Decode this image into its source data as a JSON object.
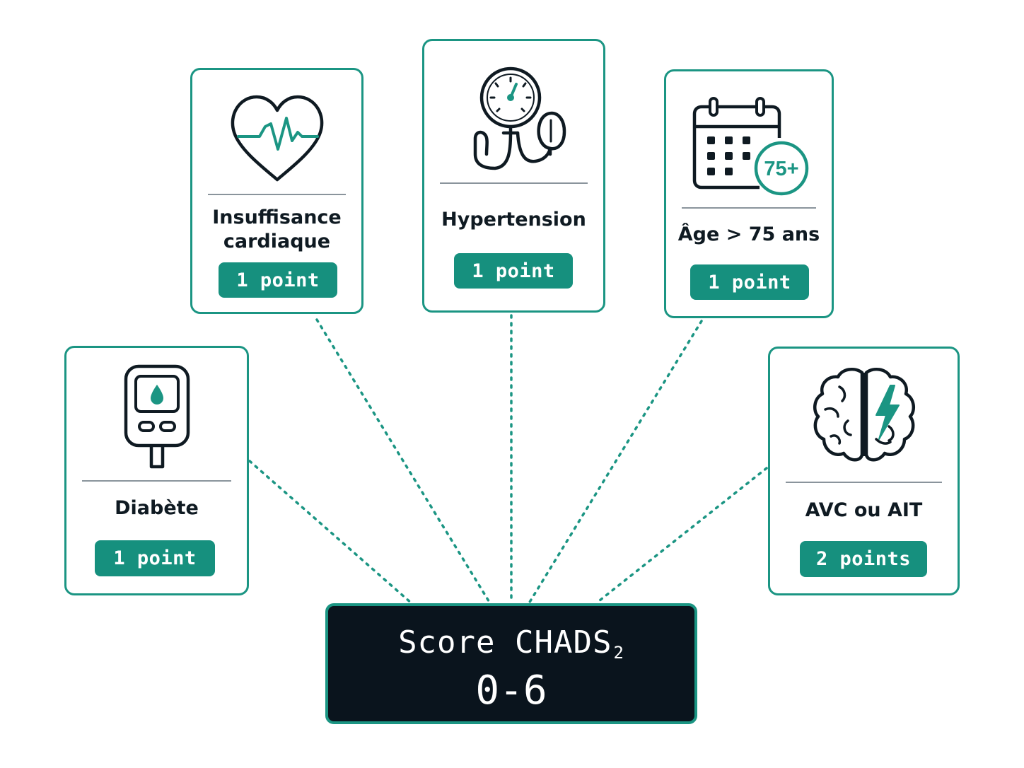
{
  "score": {
    "title_main": "Score CHADS",
    "title_sub": "2",
    "range": "0-6"
  },
  "criteria": {
    "heart_failure": {
      "label_line1": "Insuffisance",
      "label_line2": "cardiaque",
      "points": "1 point",
      "icon": "heart-ecg-icon"
    },
    "hypertension": {
      "label": "Hypertension",
      "points": "1 point",
      "icon": "blood-pressure-gauge-icon"
    },
    "age": {
      "label": "Âge > 75 ans",
      "points": "1 point",
      "icon": "calendar-75-icon",
      "icon_text": "75+"
    },
    "diabetes": {
      "label": "Diabète",
      "points": "1 point",
      "icon": "glucose-meter-icon"
    },
    "stroke": {
      "label": "AVC ou AIT",
      "points": "2 points",
      "icon": "brain-lightning-icon"
    }
  },
  "colors": {
    "accent": "#1b9583",
    "badge": "#16907e",
    "score_bg": "#0a141d",
    "icon_stroke": "#0f1a22",
    "divider": "#8a949c"
  }
}
